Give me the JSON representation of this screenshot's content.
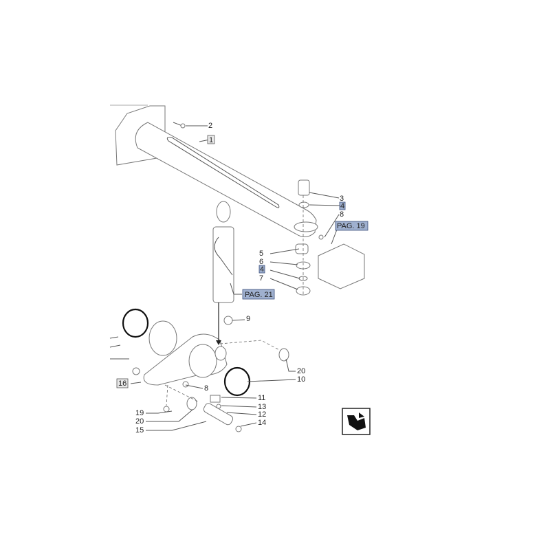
{
  "diagram": {
    "callouts": {
      "p2": "2",
      "p1": "1",
      "p3": "3",
      "p4a": "4",
      "p8a": "8",
      "pag19": "PAG. 19",
      "p5": "5",
      "p6": "6",
      "p4b": "4",
      "p7": "7",
      "pag21": "PAG. 21",
      "p9": "9",
      "p20a": "20",
      "p10": "10",
      "p16": "16",
      "p8b": "8",
      "p11": "11",
      "p13": "13",
      "p12": "12",
      "p14": "14",
      "p19": "19",
      "p20b": "20",
      "p15": "15"
    },
    "nav_icon": "page-turn-icon"
  }
}
